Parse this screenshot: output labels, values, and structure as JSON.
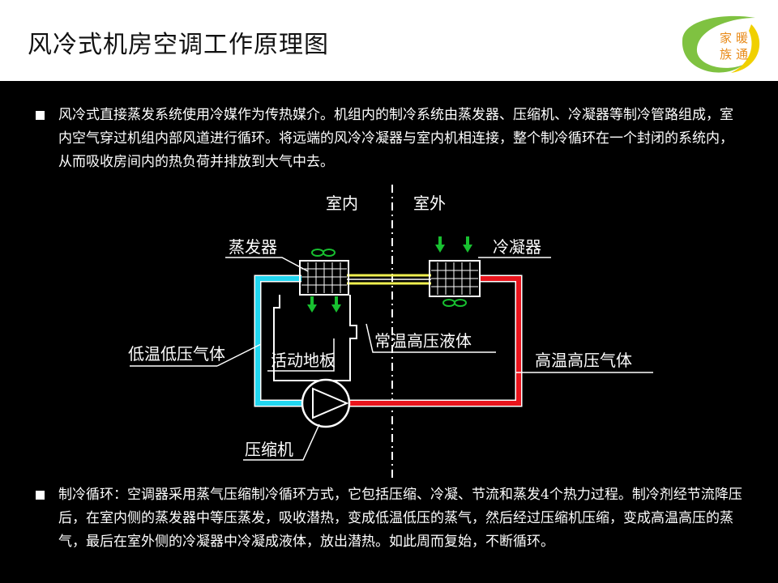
{
  "header": {
    "title": "风冷式机房空调工作原理图",
    "logo_text": [
      "家",
      "暖",
      "族",
      "通"
    ]
  },
  "paragraphs": [
    {
      "text": "风冷式直接蒸发系统使用冷媒作为传热媒介。机组内的制冷系统由蒸发器、压缩机、冷凝器等制冷管路组成，室内空气穿过机组内部风道进行循环。将远端的风冷冷凝器与室内机相连接，整个制冷循环在一个封闭的系统内，从而吸收房间内的热负荷并排放到大气中去。"
    },
    {
      "text": "制冷循环：空调器采用蒸气压缩制冷循环方式，它包括压缩、冷凝、节流和蒸发4个热力过程。制冷剂经节流降压后，在室内侧的蒸发器中等压蒸发，吸收潜热，变成低温低压的蒸气，然后经过压缩机压缩，变成高温高压的蒸气，最后在室外侧的冷凝器中冷凝成液体，放出潜热。如此周而复始，不断循环。"
    }
  ],
  "diagram": {
    "indoor": "室内",
    "outdoor": "室外",
    "evaporator": "蒸发器",
    "condenser": "冷凝器",
    "low_temp_gas": "低温低压气体",
    "normal_temp_liquid": "常温高压液体",
    "high_temp_gas": "高温高压气体",
    "raised_floor": "活动地板",
    "compressor": "压缩机"
  },
  "colors": {
    "cold_pipe": "#22d6f0",
    "hot_pipe": "#e8141c",
    "liquid_pipe": "#f0f050",
    "airflow_arrow": "#18c030",
    "logo_green": "#7fc241",
    "logo_yellow": "#f0d000"
  }
}
